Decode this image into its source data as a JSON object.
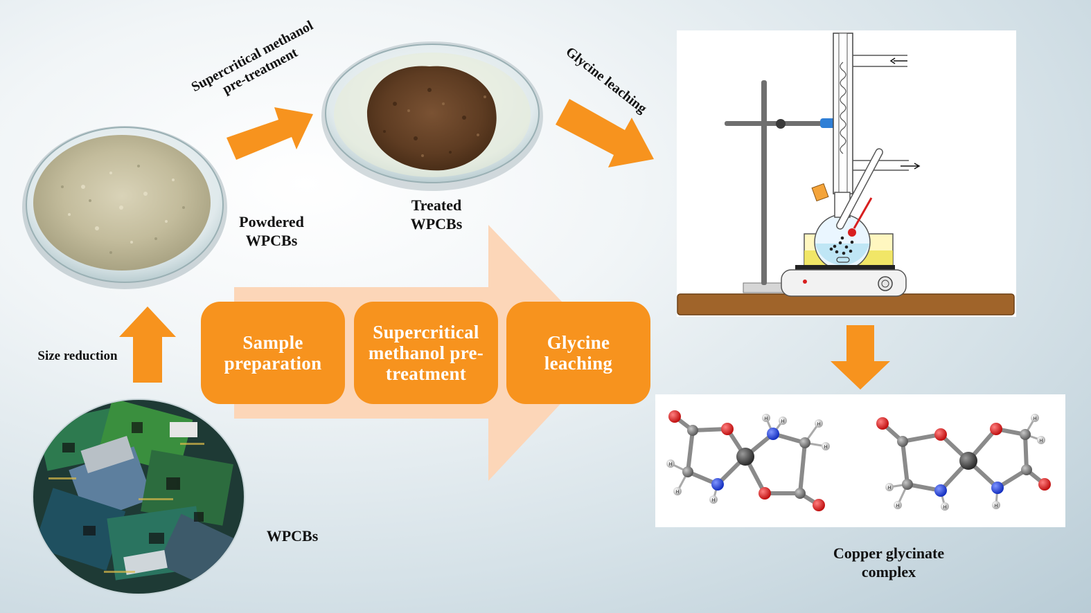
{
  "labels": {
    "powdered": "Powdered\nWPCBs",
    "treated": "Treated\nWPCBs",
    "wpcbs": "WPCBs",
    "size_reduction": "Size reduction",
    "copper_complex": "Copper glycinate\ncomplex",
    "arrow_supercritical": "Supercritical methanol\npre-treatment",
    "arrow_glycine": "Glycine leaching"
  },
  "stages": [
    {
      "label": "Sample\npreparation"
    },
    {
      "label": "Supercritical\nmethanol pre-\ntreatment"
    },
    {
      "label": "Glycine\nleaching"
    }
  ],
  "molecule_atoms": {
    "hydrogen": "H"
  },
  "colors": {
    "arrow": "#f7931e",
    "big_arrow": "#fcd6b8",
    "oxygen": "#d42020",
    "nitrogen": "#1f3fd6",
    "carbon": "#7a7a7a",
    "copper": "#4a4a4a",
    "hydrogen": "#e4e4e4"
  }
}
